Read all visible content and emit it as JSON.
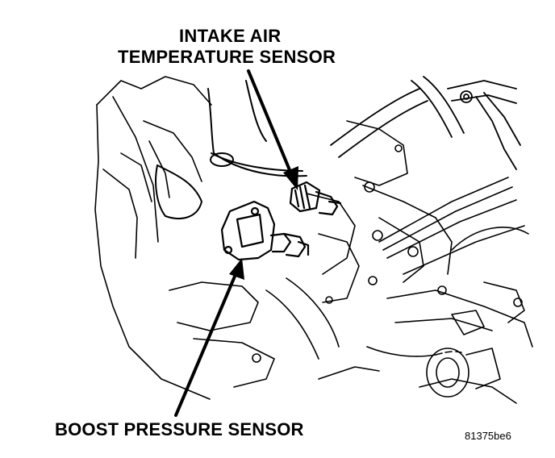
{
  "labels": {
    "intake_air_line1": "INTAKE AIR",
    "intake_air_line2": "TEMPERATURE SENSOR",
    "boost_pressure": "BOOST PRESSURE SENSOR",
    "figure_id": "81375be6"
  },
  "colors": {
    "ink": "#000000",
    "paper": "#ffffff"
  }
}
